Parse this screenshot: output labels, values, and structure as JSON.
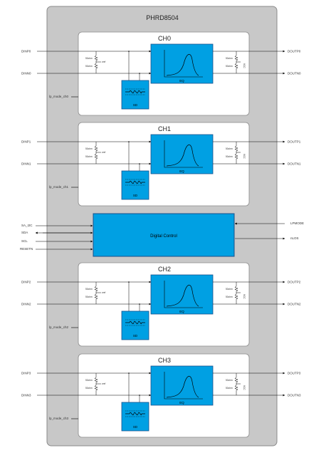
{
  "chip": {
    "title": "PHRD8504",
    "colors": {
      "frame": "#c8c8c8",
      "frame_stroke": "#8a8a8a",
      "block": "#00a0e3",
      "block_stroke": "#1a4f8a",
      "line": "#000000"
    }
  },
  "channels": [
    {
      "title": "CH0",
      "in_p": "DINP0",
      "in_n": "DINN0",
      "out_p": "DOUTP0",
      "out_n": "DOUTN0",
      "lp_mode": "lp_mode_ch0",
      "r_in_top": "50ohm",
      "r_in_bot": "50ohm",
      "vref": "vref",
      "r_out_top": "50ohm",
      "r_out_bot": "50ohm",
      "vcc": "VCC",
      "eq": "EQ",
      "sd": "SD"
    },
    {
      "title": "CH1",
      "in_p": "DINP1",
      "in_n": "DINN1",
      "out_p": "DOUTP1",
      "out_n": "DOUTN1",
      "lp_mode": "lp_mode_ch1",
      "r_in_top": "50ohm",
      "r_in_bot": "50ohm",
      "vref": "vref",
      "r_out_top": "50ohm",
      "r_out_bot": "50ohm",
      "vcc": "VCC",
      "eq": "EQ",
      "sd": "SD"
    },
    {
      "title": "CH2",
      "in_p": "DINP2",
      "in_n": "DINN2",
      "out_p": "DOUTP2",
      "out_n": "DOUTN2",
      "lp_mode": "lp_mode_ch2",
      "r_in_top": "50ohm",
      "r_in_bot": "50ohm",
      "vref": "vref",
      "r_out_top": "50ohm",
      "r_out_bot": "50ohm",
      "vcc": "VCC",
      "eq": "EQ",
      "sd": "SD"
    },
    {
      "title": "CH3",
      "in_p": "DINP3",
      "in_n": "DINN3",
      "out_p": "DOUTP3",
      "out_n": "DOUTN3",
      "lp_mode": "lp_mode_ch3",
      "r_in_top": "50ohm",
      "r_in_bot": "50ohm",
      "vref": "vref",
      "r_out_top": "50ohm",
      "r_out_bot": "50ohm",
      "vcc": "VCC",
      "eq": "EQ",
      "sd": "SD"
    }
  ],
  "digital_control": {
    "label": "Digital Control",
    "inputs_left": [
      "SA_I2C",
      "SDA",
      "SCL",
      "RESETN"
    ],
    "input_right": "LPMODE",
    "output_right": "nLOS"
  }
}
